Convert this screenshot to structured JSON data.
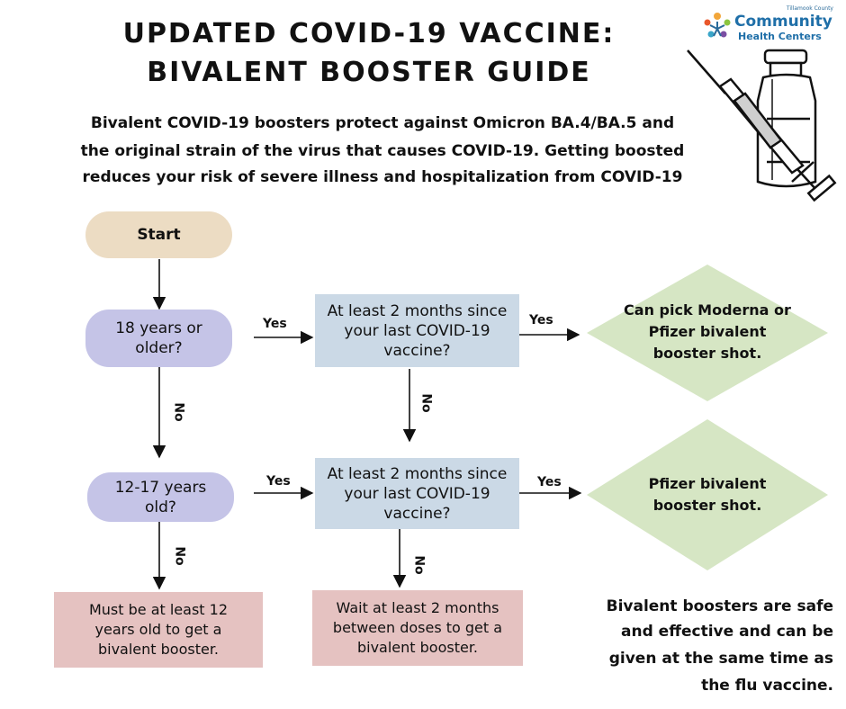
{
  "title": {
    "line1": "UPDATED COVID-19 VACCINE:",
    "line2": "BIVALENT BOOSTER GUIDE"
  },
  "intro": {
    "line1": "Bivalent COVID-19 boosters protect against Omicron BA.4/BA.5 and",
    "line2": "the original strain of the virus that causes COVID-19.  Getting boosted",
    "line3": "reduces your risk of severe illness and hospitalization from COVID-19"
  },
  "logo": {
    "county": "Tillamook County",
    "line1": "Community",
    "line2": "Health Centers"
  },
  "flow": {
    "start": "Start",
    "q_adult": "18 years or older?",
    "q_adult_wait": "At least 2 months since your last COVID-19 vaccine?",
    "result_adult": "Can pick Moderna or Pfizer bivalent booster shot.",
    "q_teen": "12-17 years old?",
    "q_teen_wait": "At least 2 months since your last COVID-19 vaccine?",
    "result_teen": "Pfizer bivalent booster shot.",
    "too_young": "Must be at least 12 years old to get a bivalent booster.",
    "wait_more": "Wait at least 2 months between doses to get a bivalent booster.",
    "yes": "Yes",
    "no": "No"
  },
  "note": {
    "line1": "Bivalent boosters are safe",
    "line2": "and effective and can be",
    "line3": "given at the same time as",
    "line4": "the flu vaccine."
  },
  "colors": {
    "start": "#ecdcc3",
    "question": "#c5c4e7",
    "check": "#cbd9e6",
    "result": "#d6e6c4",
    "stop": "#e5c2c1"
  }
}
